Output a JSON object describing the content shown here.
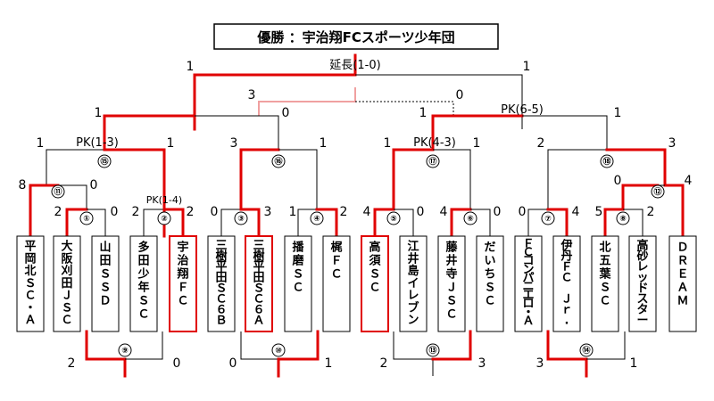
{
  "title": "優勝 ：宇治翔FCスポーツ少年団",
  "teams": [
    {
      "name": "平岡北ＳＣ・Ａ",
      "winner": false
    },
    {
      "name": "大阪刈田ＪＳＣ",
      "winner": false
    },
    {
      "name": "山田ＳＳＤ",
      "winner": false
    },
    {
      "name": "多田少年ＳＣ",
      "winner": false
    },
    {
      "name": "宇治翔ＦＣ",
      "winner": true
    },
    {
      "name": "三樹平田ＳＣ６Ｂ",
      "winner": false
    },
    {
      "name": "三樹平田ＳＣ６Ａ",
      "winner": true
    },
    {
      "name": "播磨ＳＣ",
      "winner": false
    },
    {
      "name": "梶ＦＣ",
      "winner": false
    },
    {
      "name": "高須ＳＣ",
      "winner": true
    },
    {
      "name": "江井島イレブン",
      "winner": false
    },
    {
      "name": "藤井寺ＪＳＣ",
      "winner": false
    },
    {
      "name": "だいちＳＣ",
      "winner": false
    },
    {
      "name": "ＦＣコンパニエロ・Ａ",
      "winner": false
    },
    {
      "name": "伊丹ＦＣ Ｊｒ.",
      "winner": false
    },
    {
      "name": "北五葉ＳＣ",
      "winner": false
    },
    {
      "name": "高砂レッドスター",
      "winner": false
    },
    {
      "name": "ＤＲＥＡＭ",
      "winner": false
    }
  ],
  "matches": [
    {
      "num": "①",
      "score_left": "2",
      "score_right": "0",
      "note": ""
    },
    {
      "num": "②",
      "score_left": "2",
      "score_right": "2",
      "note": "PK(1-4)"
    },
    {
      "num": "③",
      "score_left": "0",
      "score_right": "3",
      "note": ""
    },
    {
      "num": "④",
      "score_left": "1",
      "score_right": "2",
      "note": ""
    },
    {
      "num": "⑤",
      "score_left": "4",
      "score_right": "0",
      "note": ""
    },
    {
      "num": "⑥",
      "score_left": "4",
      "score_right": "0",
      "note": ""
    },
    {
      "num": "⑦",
      "score_left": "0",
      "score_right": "4",
      "note": ""
    },
    {
      "num": "⑧",
      "score_left": "5",
      "score_right": "2",
      "note": ""
    },
    {
      "num": "⑨",
      "score_left": "2",
      "score_right": "0",
      "note": ""
    },
    {
      "num": "⑩",
      "score_left": "0",
      "score_right": "1",
      "note": ""
    },
    {
      "num": "⑪",
      "score_left": "8",
      "score_right": "0",
      "note": ""
    },
    {
      "num": "⑫",
      "score_left": "0",
      "score_right": "4",
      "note": ""
    },
    {
      "num": "⑬",
      "score_left": "2",
      "score_right": "3",
      "note": ""
    },
    {
      "num": "⑭",
      "score_left": "3",
      "score_right": "1",
      "note": ""
    },
    {
      "num": "⑮",
      "score_left": "1",
      "score_right": "1",
      "note": "PK(1-3)"
    },
    {
      "num": "⑯",
      "score_left": "3",
      "score_right": "1",
      "note": ""
    },
    {
      "num": "⑰",
      "score_left": "1",
      "score_right": "1",
      "note": "PK(4-3)"
    },
    {
      "num": "⑱",
      "score_left": "2",
      "score_right": "3",
      "note": ""
    }
  ],
  "semifinals": [
    {
      "score_left": "1",
      "score_right": "0"
    },
    {
      "score_left": "1",
      "score_right": "1",
      "note": "PK(6-5)"
    }
  ],
  "third_place": {
    "score_left": "3",
    "score_right": "0"
  },
  "final": {
    "score_left": "1",
    "score_right": "1",
    "note": "延長(1-0)"
  },
  "colors": {
    "winner_line": "#e00000",
    "loser_line": "#000000",
    "third_place_line": "#f0a0a0"
  }
}
